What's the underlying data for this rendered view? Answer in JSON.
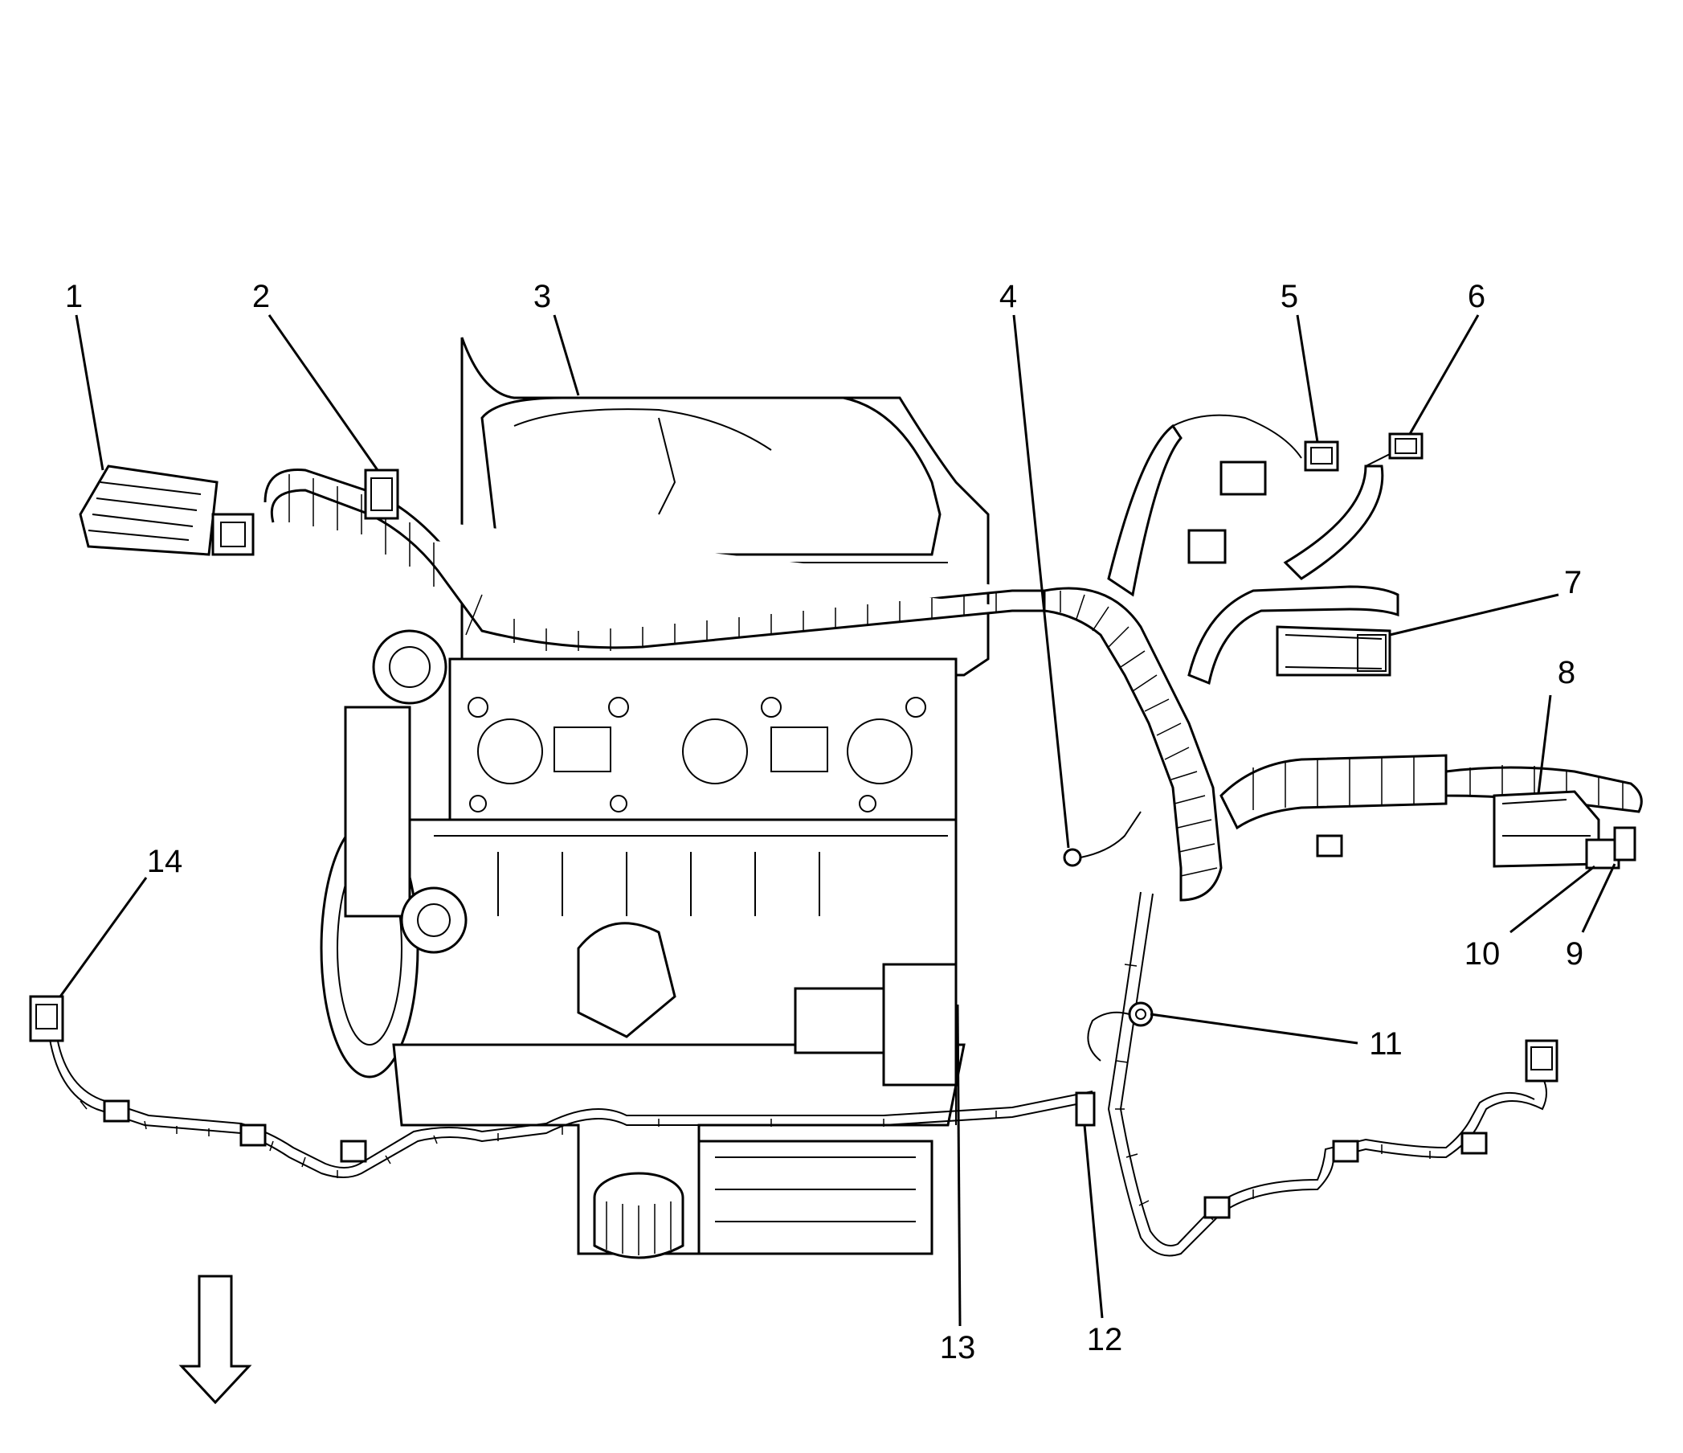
{
  "callouts": [
    {
      "id": "1",
      "label": "1"
    },
    {
      "id": "2",
      "label": "2"
    },
    {
      "id": "3",
      "label": "3"
    },
    {
      "id": "4",
      "label": "4"
    },
    {
      "id": "5",
      "label": "5"
    },
    {
      "id": "6",
      "label": "6"
    },
    {
      "id": "7",
      "label": "7"
    },
    {
      "id": "8",
      "label": "8"
    },
    {
      "id": "9",
      "label": "9"
    },
    {
      "id": "10",
      "label": "10"
    },
    {
      "id": "11",
      "label": "11"
    },
    {
      "id": "12",
      "label": "12"
    },
    {
      "id": "13",
      "label": "13"
    },
    {
      "id": "14",
      "label": "14"
    }
  ],
  "icons": {
    "direction_arrow": "down-arrow-icon"
  }
}
